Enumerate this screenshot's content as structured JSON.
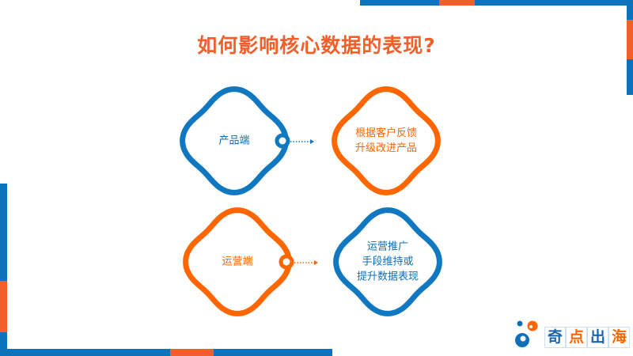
{
  "title": "如何影响核心数据的表现?",
  "colors": {
    "blue": "#0f78c0",
    "orange": "#ff6600",
    "title": "#f25f2a"
  },
  "rows": [
    {
      "source": "产品端",
      "target_lines": [
        "根据客户反馈",
        "升级改进产品"
      ]
    },
    {
      "source": "运营端",
      "target_lines": [
        "运营推广",
        "手段维持或",
        "提升数据表现"
      ]
    }
  ],
  "logo": {
    "text": "奇点出海",
    "chars": [
      "奇",
      "点",
      "出",
      "海"
    ]
  }
}
